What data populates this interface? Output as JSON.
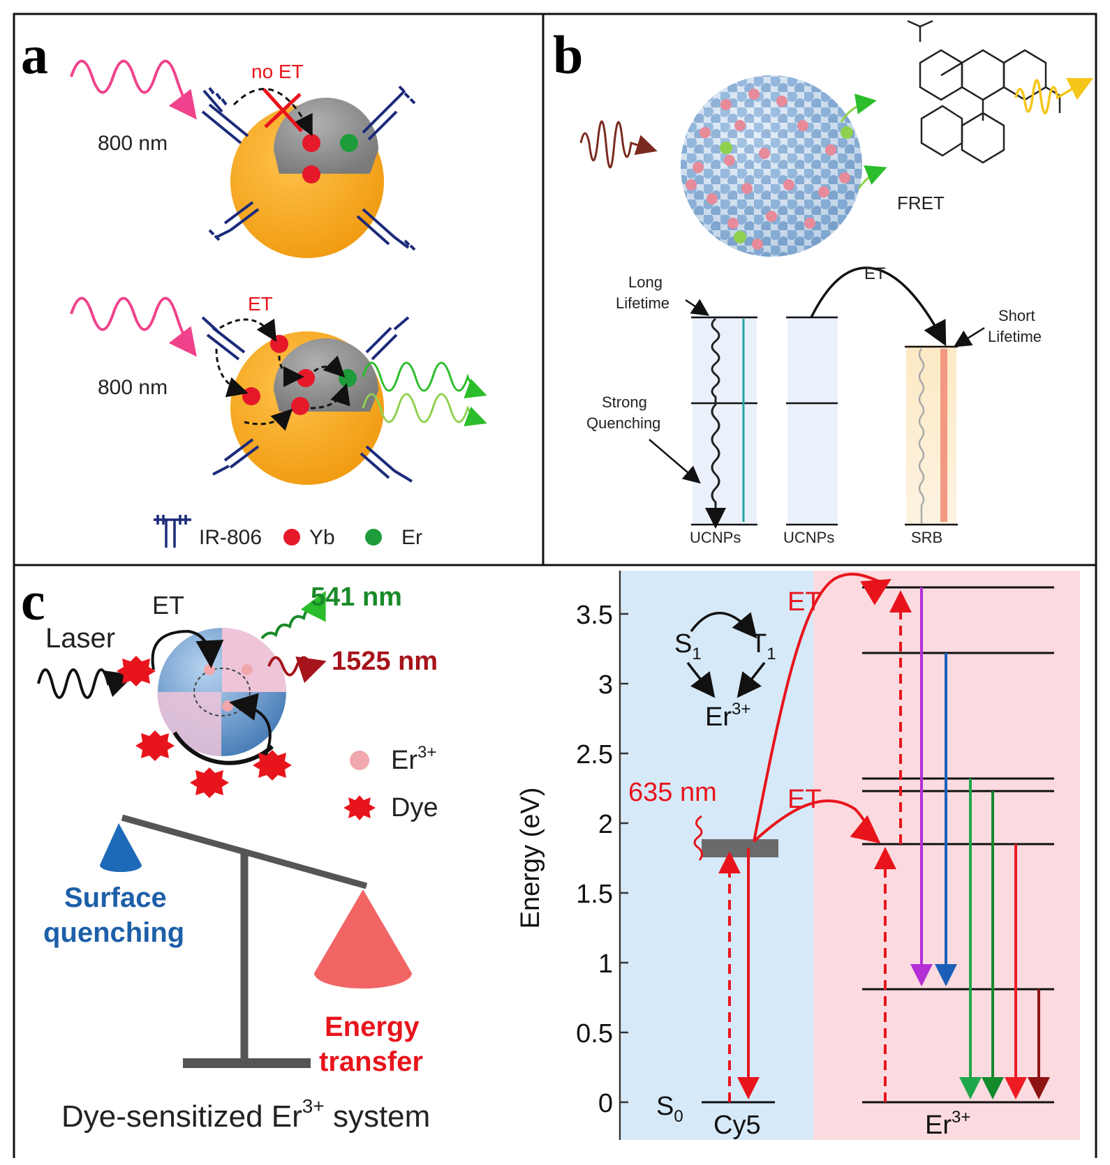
{
  "panels": {
    "a": {
      "letter": "a",
      "top_label": "no ET",
      "bottom_label": "ET",
      "wavelength_top": "800 nm",
      "wavelength_bottom": "800 nm",
      "legend": {
        "dye": "IR-806",
        "yb": "Yb",
        "er": "Er"
      },
      "colors": {
        "shell": "#f7a21b",
        "core": "#9a9a9a",
        "yb": "#e5192a",
        "er": "#1e9c3a",
        "wave": "#f0428c",
        "dye": "#1c2a7a"
      }
    },
    "b": {
      "letter": "b",
      "fret": "FRET",
      "et": "ET",
      "long_lifetime": [
        "Long",
        "Lifetime"
      ],
      "short_lifetime": [
        "Short",
        "Lifetime"
      ],
      "strong_quenching": [
        "Strong",
        "Quenching"
      ],
      "columns": [
        "UCNPs",
        "UCNPs",
        "SRB"
      ],
      "colors": {
        "sphere": "#8fb3d6",
        "dot": "#e78a9a",
        "green": "#8fd14f",
        "emit": "#f5c518",
        "excite": "#7a2a1f"
      }
    },
    "c": {
      "letter": "c",
      "et": "ET",
      "laser": "Laser",
      "em1": "541 nm",
      "em2": "1525 nm",
      "legend_er": "Er",
      "legend_er_sup": "3+",
      "legend_dye": "Dye",
      "surface": [
        "Surface",
        "quenching"
      ],
      "energy": [
        "Energy",
        "transfer"
      ],
      "caption_pre": "Dye-sensitized Er",
      "caption_sup": "3+",
      "caption_post": " system",
      "colors": {
        "surface": "#1d5fa8",
        "energy": "#e8141c",
        "em1": "#1a8a2a",
        "em2": "#a6131a"
      }
    }
  },
  "chart_data": {
    "type": "energy-level diagram",
    "ylabel": "Energy (eV)",
    "ylim": [
      0,
      3.8
    ],
    "yticks": [
      "0",
      "0.5",
      "1",
      "1.5",
      "2",
      "2.5",
      "3",
      "3.5"
    ],
    "tick_values": [
      0,
      0.5,
      1,
      1.5,
      2,
      2.5,
      3,
      3.5
    ],
    "excitation": "635 nm",
    "et_labels": [
      "ET",
      "ET"
    ],
    "cycle": {
      "s1": "S",
      "s1_sub": "1",
      "t1": "T",
      "t1_sub": "1",
      "er": "Er",
      "er_sup": "3+"
    },
    "s0": "S",
    "s0_sub": "0",
    "columns": {
      "cy5": "Cy5",
      "er": "Er",
      "er_sup": "3+"
    },
    "cy5_level_eV": 1.82,
    "er_levels_eV": [
      0,
      0.81,
      1.85,
      2.23,
      2.32,
      3.22,
      3.69
    ],
    "transitions": [
      {
        "from": 3.69,
        "to": 0.81,
        "color": "#b42fd6"
      },
      {
        "from": 3.22,
        "to": 0.81,
        "color": "#1c5fb8"
      },
      {
        "from": 2.32,
        "to": 0,
        "color": "#1fa64a"
      },
      {
        "from": 2.23,
        "to": 0,
        "color": "#138a2c"
      },
      {
        "from": 1.85,
        "to": 0,
        "color": "#ee1b24"
      },
      {
        "from": 0.81,
        "to": 0,
        "color": "#8e1313"
      }
    ],
    "colors": {
      "bg_left": "#d6e9f9",
      "bg_right": "#fbdbe0",
      "et": "#e8141c"
    }
  }
}
